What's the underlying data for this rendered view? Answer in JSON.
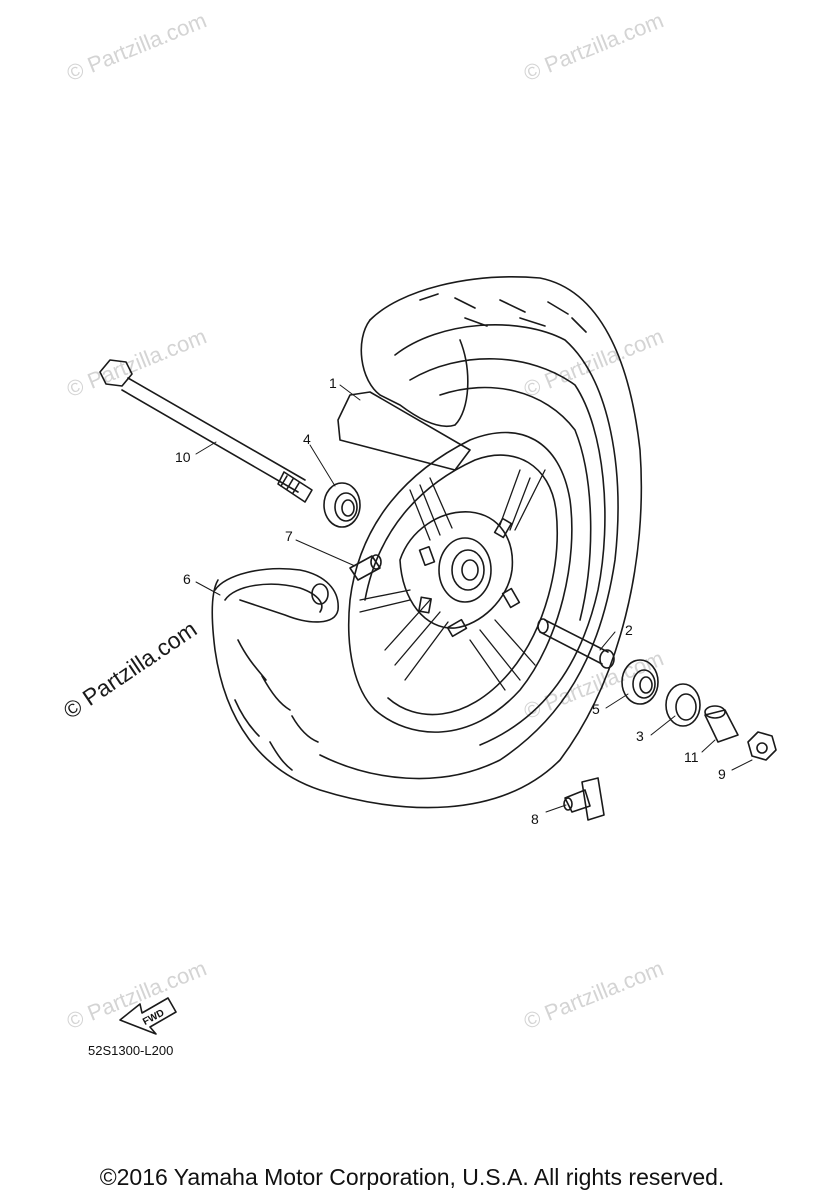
{
  "watermark_text": "© Partzilla.com",
  "callouts": [
    {
      "id": "1",
      "label": "1"
    },
    {
      "id": "2",
      "label": "2"
    },
    {
      "id": "3",
      "label": "3"
    },
    {
      "id": "4",
      "label": "4"
    },
    {
      "id": "5",
      "label": "5"
    },
    {
      "id": "6",
      "label": "6"
    },
    {
      "id": "7",
      "label": "7"
    },
    {
      "id": "8",
      "label": "8"
    },
    {
      "id": "9",
      "label": "9"
    },
    {
      "id": "10",
      "label": "10"
    },
    {
      "id": "11",
      "label": "11"
    }
  ],
  "fwd_label": "FWD",
  "diagram_code": "52S1300-L200",
  "copyright": "©2016 Yamaha Motor Corporation, U.S.A. All rights reserved.",
  "colors": {
    "line": "#1a1a1a",
    "watermark": "#d4d4d4"
  }
}
